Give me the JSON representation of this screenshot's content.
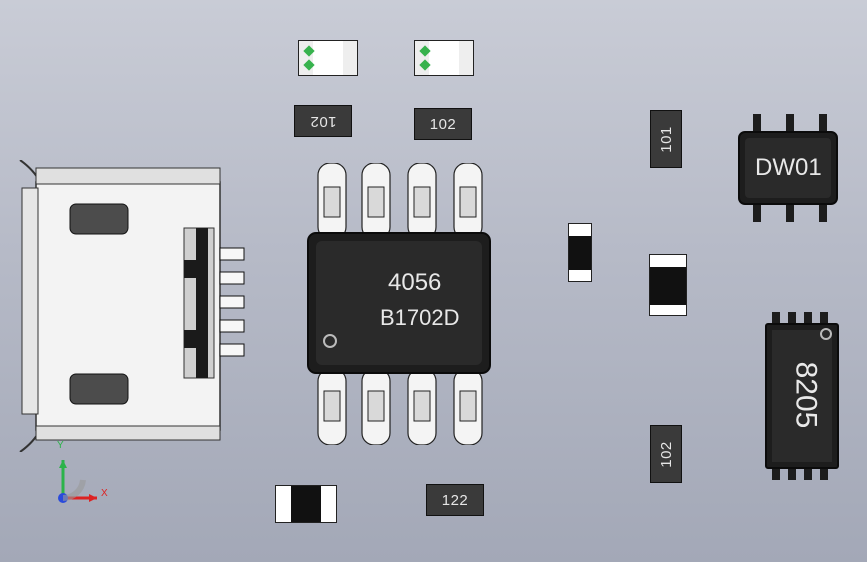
{
  "components": {
    "smd_top_left": "102",
    "smd_top_mid": "102",
    "smd_right_top": "101",
    "smd_right_bottom": "102",
    "smd_bottom_mid": "122",
    "chip_4056_line1": "4056",
    "chip_4056_line2": "B1702D",
    "chip_dw01": "DW01",
    "chip_8205": "8205"
  },
  "triad": {
    "x_label": "X",
    "y_label": "Y"
  },
  "colors": {
    "background": "#b6bac7",
    "body_dark": "#1d1d1d",
    "pad_light": "#f4f4f4",
    "cap_green": "#37b24d"
  }
}
